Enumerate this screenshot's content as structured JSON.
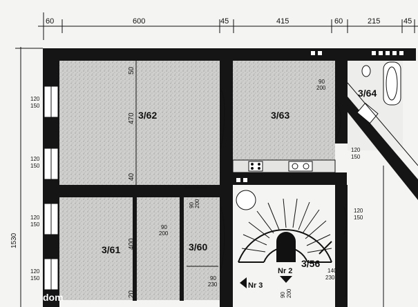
{
  "top_dimensions": [
    "60",
    "600",
    "45",
    "415",
    "60",
    "215",
    "45"
  ],
  "left_dimension": "1530",
  "rooms": {
    "r62": "3/62",
    "r63": "3/63",
    "r64": "3/64",
    "r61": "3/61",
    "r60": "3/60",
    "r56": "3/56"
  },
  "inner_dims": {
    "d50": "50",
    "d470": "470",
    "d40": "40",
    "d400": "400",
    "d20": "20"
  },
  "window_labels": [
    {
      "top": "120",
      "bottom": "150"
    },
    {
      "top": "120",
      "bottom": "150"
    },
    {
      "top": "120",
      "bottom": "150"
    },
    {
      "top": "120",
      "bottom": "150"
    }
  ],
  "door_labels": {
    "d1": {
      "top": "90",
      "bottom": "200"
    },
    "d2": {
      "top": "90",
      "bottom": "200"
    },
    "d3": {
      "top": "90",
      "bottom": "230"
    },
    "d4": {
      "top": "120",
      "bottom": "150"
    },
    "d5": {
      "top": "120",
      "bottom": "150"
    },
    "d6": {
      "top": "140",
      "bottom": "230"
    },
    "d7": {
      "top": "90",
      "bottom": "200"
    },
    "d8": {
      "top": "90",
      "bottom": "200"
    }
  },
  "entry_labels": {
    "nr3": "Nr 3",
    "nr2": "Nr 2"
  },
  "watermark": "dom"
}
